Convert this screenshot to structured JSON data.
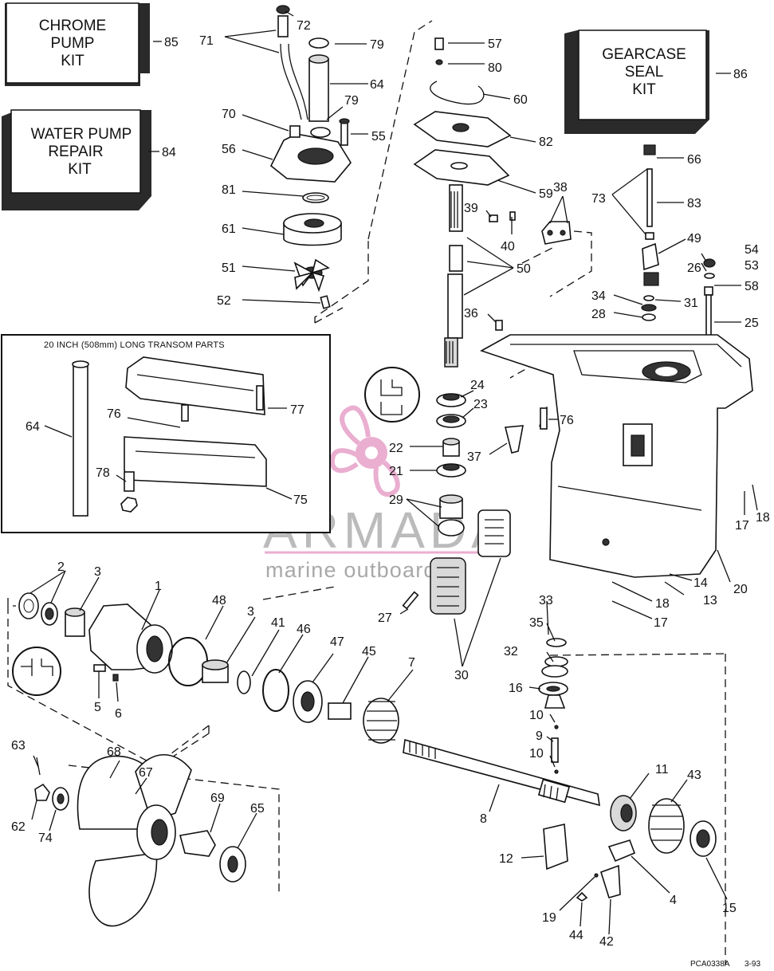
{
  "kits": {
    "chrome_pump": "CHROME PUMP KIT",
    "chrome_pump_lines": [
      "CHROME",
      "PUMP",
      "KIT"
    ],
    "chrome_pump_no": "85",
    "water_pump": "WATER PUMP REPAIR KIT",
    "water_pump_lines": [
      "WATER PUMP",
      "REPAIR",
      "KIT"
    ],
    "water_pump_no": "84",
    "gearcase_seal": "GEARCASE SEAL KIT",
    "gearcase_seal_lines": [
      "GEARCASE",
      "SEAL",
      "KIT"
    ],
    "gearcase_seal_no": "86"
  },
  "inset": {
    "title": "20 INCH (508mm) LONG TRANSOM PARTS",
    "labels": [
      "64",
      "76",
      "77",
      "78",
      "75"
    ]
  },
  "watermark": {
    "brand": "ARMADA",
    "tagline": "marine outboards"
  },
  "figure_code": "PCA0338A",
  "figure_date": "3-93",
  "callouts": [
    "72",
    "71",
    "79",
    "57",
    "80",
    "64",
    "60",
    "79",
    "70",
    "55",
    "56",
    "82",
    "59",
    "81",
    "38",
    "39",
    "66",
    "40",
    "73",
    "83",
    "61",
    "50",
    "49",
    "54",
    "26",
    "53",
    "51",
    "52",
    "34",
    "31",
    "58",
    "36",
    "28",
    "25",
    "24",
    "23",
    "76",
    "22",
    "37",
    "21",
    "17",
    "18",
    "29",
    "2",
    "3",
    "1",
    "48",
    "3",
    "41",
    "46",
    "47",
    "45",
    "7",
    "14",
    "5",
    "6",
    "27",
    "33",
    "30",
    "35",
    "32",
    "16",
    "10",
    "9",
    "10",
    "18",
    "13",
    "20",
    "17",
    "63",
    "68",
    "67",
    "11",
    "43",
    "69",
    "65",
    "62",
    "74",
    "8",
    "12",
    "4",
    "15",
    "19",
    "44",
    "42"
  ]
}
